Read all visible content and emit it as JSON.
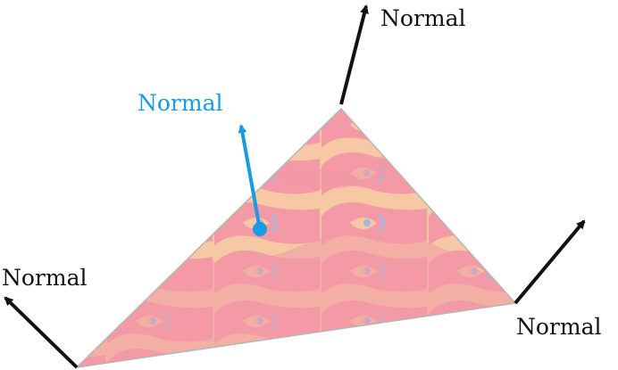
{
  "diagram": {
    "labels": {
      "top_normal": "Normal",
      "center_normal": "Normal",
      "left_normal": "Normal",
      "right_normal": "Normal"
    },
    "colors": {
      "background": "#ffffff",
      "fish_pink": "#f39aa6",
      "fish_peach": "#f7c8a4",
      "fish_eye": "#a4b7e0",
      "triangle_edge": "#b5b5b5",
      "vertex_normal": "#111111",
      "face_normal": "#1a9ae0"
    }
  }
}
